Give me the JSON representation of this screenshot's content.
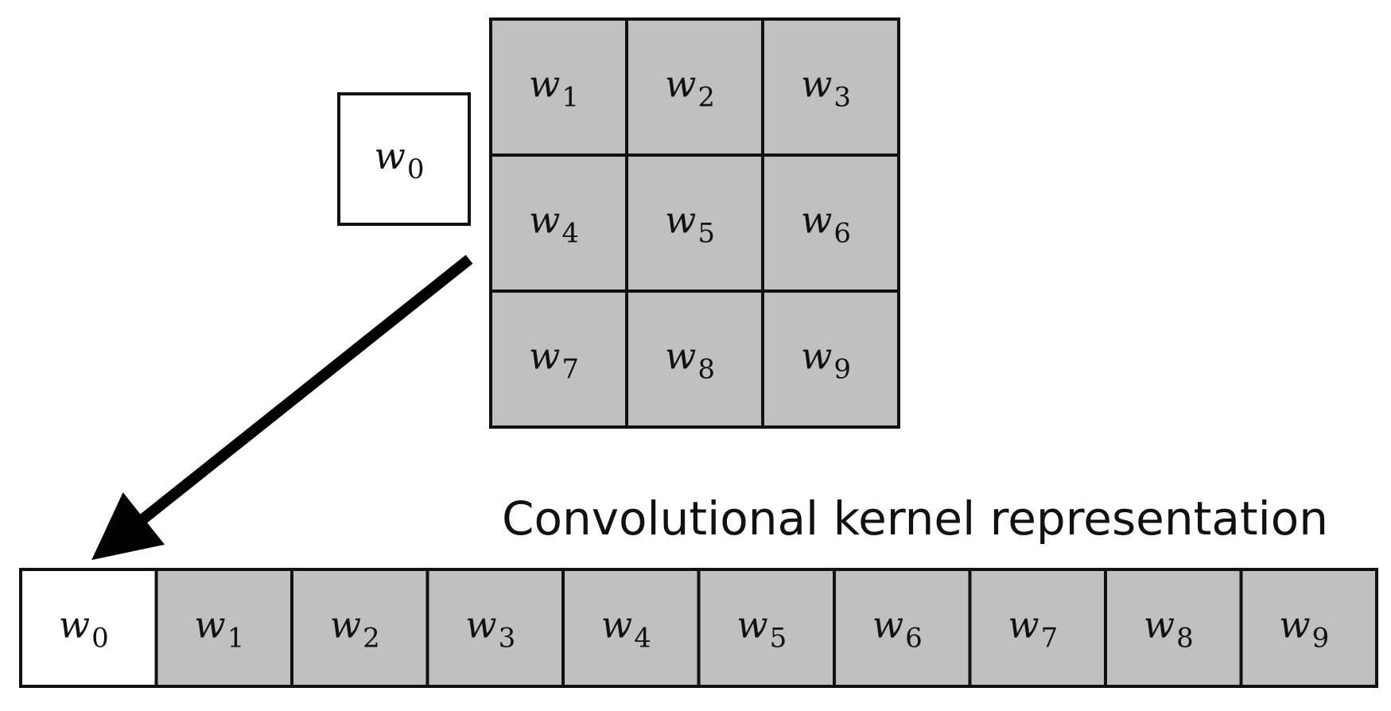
{
  "colors": {
    "weight_fill": "#c0c0c0",
    "bias_fill": "#ffffff",
    "stroke": "#111111",
    "arrow": "#000000"
  },
  "bias": {
    "base": "w",
    "sub": "0"
  },
  "kernel_grid": {
    "rows": 3,
    "cols": 3,
    "cells": [
      {
        "base": "w",
        "sub": "1"
      },
      {
        "base": "w",
        "sub": "2"
      },
      {
        "base": "w",
        "sub": "3"
      },
      {
        "base": "w",
        "sub": "4"
      },
      {
        "base": "w",
        "sub": "5"
      },
      {
        "base": "w",
        "sub": "6"
      },
      {
        "base": "w",
        "sub": "7"
      },
      {
        "base": "w",
        "sub": "8"
      },
      {
        "base": "w",
        "sub": "9"
      }
    ]
  },
  "caption": "Convolutional kernel representation",
  "flat_vector": {
    "cells": [
      {
        "base": "w",
        "sub": "0",
        "bias": true
      },
      {
        "base": "w",
        "sub": "1"
      },
      {
        "base": "w",
        "sub": "2"
      },
      {
        "base": "w",
        "sub": "3"
      },
      {
        "base": "w",
        "sub": "4"
      },
      {
        "base": "w",
        "sub": "5"
      },
      {
        "base": "w",
        "sub": "6"
      },
      {
        "base": "w",
        "sub": "7"
      },
      {
        "base": "w",
        "sub": "8"
      },
      {
        "base": "w",
        "sub": "9"
      }
    ]
  },
  "arrow": {
    "icon": "arrow-down-left-icon"
  }
}
